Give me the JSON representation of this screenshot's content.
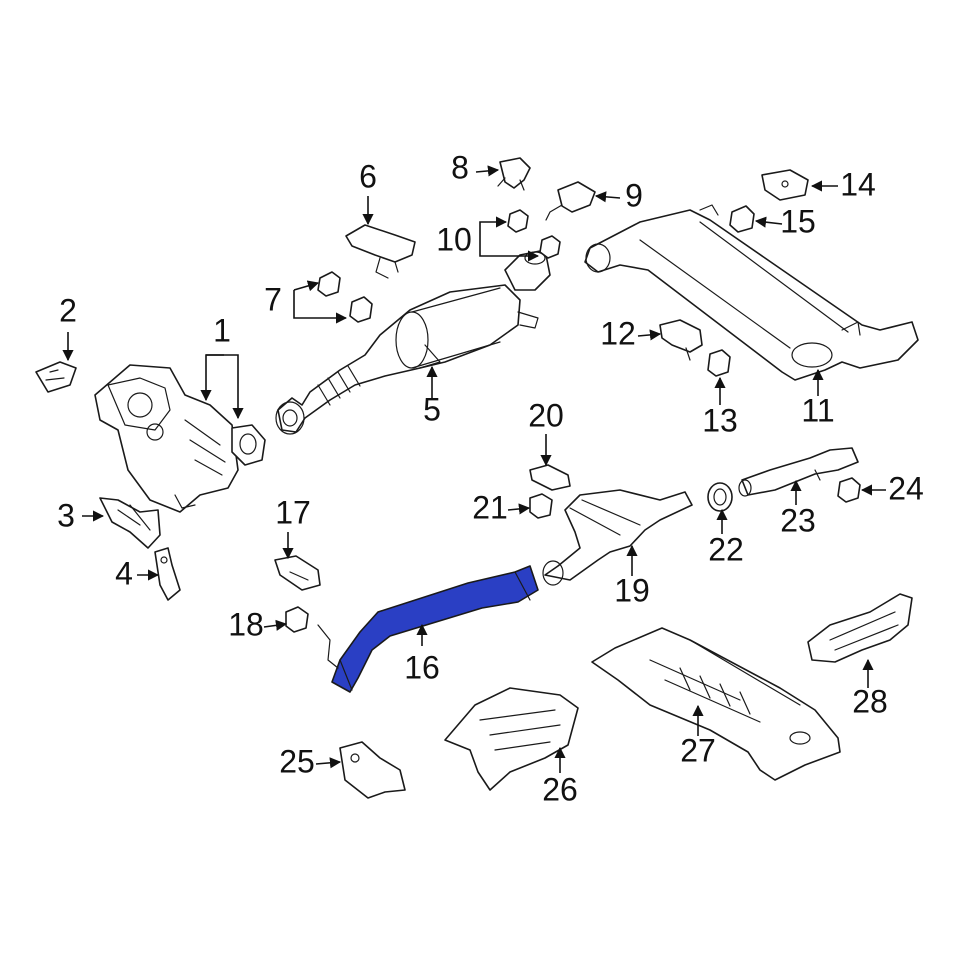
{
  "diagram": {
    "highlight_color": "#2a3fc4",
    "highlighted_part": "16",
    "callouts": {
      "c1": "1",
      "c2": "2",
      "c3": "3",
      "c4": "4",
      "c5": "5",
      "c6": "6",
      "c7": "7",
      "c8": "8",
      "c9": "9",
      "c10": "10",
      "c11": "11",
      "c12": "12",
      "c13": "13",
      "c14": "14",
      "c15": "15",
      "c16": "16",
      "c17": "17",
      "c18": "18",
      "c19": "19",
      "c20": "20",
      "c21": "21",
      "c22": "22",
      "c23": "23",
      "c24": "24",
      "c25": "25",
      "c26": "26",
      "c27": "27",
      "c28": "28"
    }
  }
}
